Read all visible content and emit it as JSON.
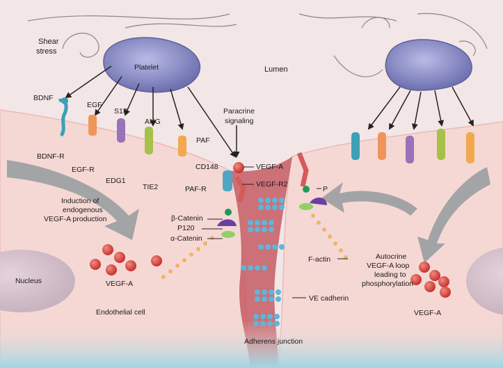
{
  "labels": {
    "shear_stress_line1": "Shear",
    "shear_stress_line2": "stress",
    "platelet": "Platelet",
    "lumen": "Lumen",
    "bdnf": "BDNF",
    "egf": "EGF",
    "s1p": "S1P",
    "ang": "ANG",
    "paf": "PAF",
    "paracrine_line1": "Paracrine",
    "paracrine_line2": "signaling",
    "vegfa_top": "VEGF-A",
    "cd148": "CD148",
    "vegfr2": "VEGF-R2",
    "bdnf_r": "BDNF-R",
    "egf_r": "EGF-R",
    "edg1": "EDG1",
    "tie2": "TIE2",
    "paf_r": "PAF-R",
    "induction_line1": "Induction of",
    "induction_line2": "endogenous",
    "induction_line3": "VEGF-A production",
    "beta_catenin": "β-Catenin",
    "p120": "P120",
    "alpha_catenin": "α-Catenin",
    "p_marker": "P",
    "f_actin": "F-actin",
    "autocrine_line1": "Autocrine",
    "autocrine_line2": "VEGF-A loop",
    "autocrine_line3": "leading to",
    "autocrine_line4": "phosphorylation",
    "nucleus": "Nucleus",
    "vegfa_left": "VEGF-A",
    "vegfa_right": "VEGF-A",
    "ve_cadherin": "VE cadherin",
    "endothelial_cell": "Endothelial cell",
    "adherens_junction": "Adherens junction"
  },
  "colors": {
    "lumen": "#f2e4e4",
    "cell": "#f6d9d6",
    "junction": "#c9646a",
    "platelet": "#8e8fc9",
    "vegf_dot": "#d9443f",
    "cadherin": "#5fb6d9",
    "arrow_gray": "#9a9ea1",
    "actin": "#f0b46a"
  },
  "icons": [
    "shear-stress-swirl-icon",
    "platelet-icon",
    "nucleus-icon",
    "receptor-icon",
    "signal-arrow-icon"
  ]
}
